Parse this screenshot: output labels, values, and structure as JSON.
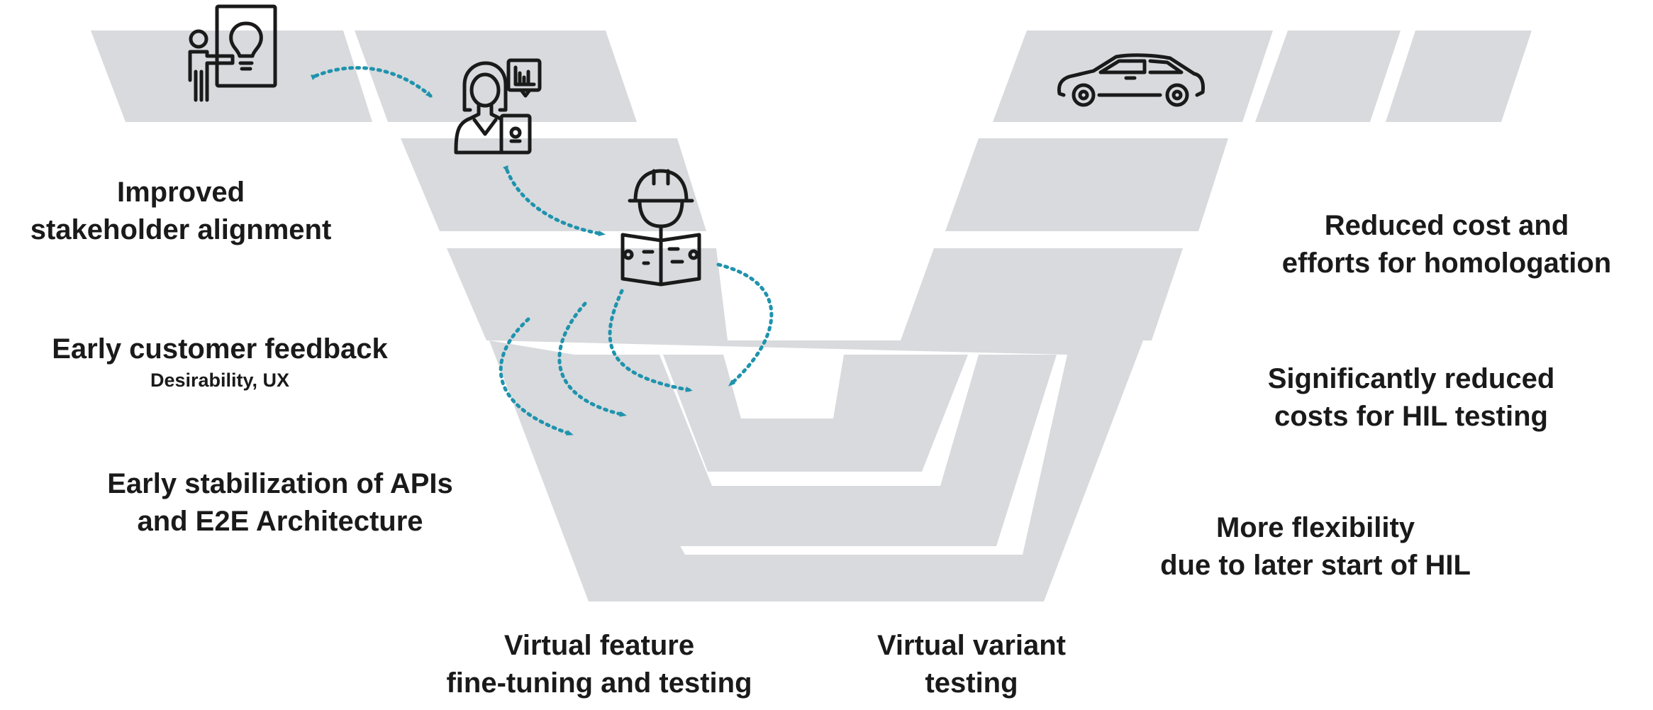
{
  "colors": {
    "band": "#d8dadd",
    "arrow": "#1f93ad",
    "icon": "#1a1a1a",
    "text": "#1a1a1a",
    "background": "#ffffff"
  },
  "icons": [
    "presenter-lightbulb-icon",
    "analyst-woman-laptop-icon",
    "engineer-hardhat-blueprint-icon",
    "car-icon"
  ],
  "left_benefits": {
    "stakeholder": [
      "Improved",
      "stakeholder alignment"
    ],
    "feedback": {
      "title": "Early customer feedback",
      "subtitle": "Desirability, UX"
    },
    "apis": [
      "Early stabilization of APIs",
      "and E2E Architecture"
    ]
  },
  "right_benefits": {
    "homologation": [
      "Reduced cost and",
      "efforts for homologation"
    ],
    "hil_costs": [
      "Significantly reduced",
      "costs for HIL testing"
    ],
    "flexibility": [
      "More flexibility",
      "due to later start of HIL"
    ]
  },
  "bottom_labels": {
    "feature": [
      "Virtual feature",
      "fine-tuning and testing"
    ],
    "variant": [
      "Virtual variant",
      "testing"
    ]
  }
}
